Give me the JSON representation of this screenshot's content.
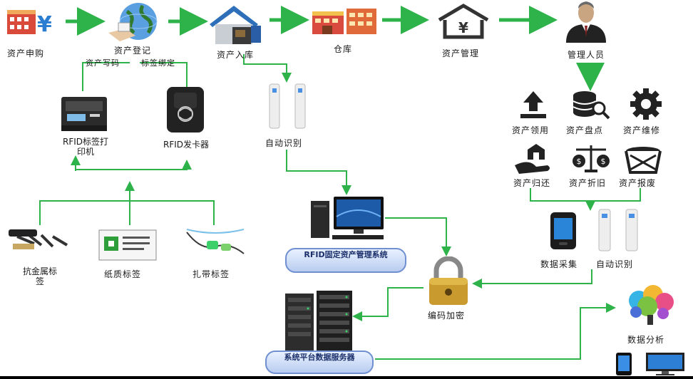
{
  "flow": {
    "purchase": "资产申购",
    "register": "资产登记",
    "inbound": "资产入库",
    "warehouse": "仓库",
    "manage": "资产管理",
    "admin": "管理人员"
  },
  "register_notes": {
    "write": "资产写码",
    "bind": "标签绑定"
  },
  "devices": {
    "printer": "RFID标签打印机",
    "reader": "RFID发卡器",
    "gate": "自动识别"
  },
  "tags": {
    "metal": "抗金属标签",
    "paper": "纸质标签",
    "cable": "扎带标签"
  },
  "system_pill": "RFID固定资产管理系统",
  "server_pill": "系统平台数据服务器",
  "encrypt": "编码加密",
  "actions": [
    "资产领用",
    "资产盘点",
    "资产维修",
    "资产归还",
    "资产折旧",
    "资产报废"
  ],
  "collect": "数据采集",
  "auto_id_right": "自动识别",
  "analysis": "数据分析",
  "colors": {
    "arrow": "#2db34a",
    "accent": "#1b6fc4"
  }
}
